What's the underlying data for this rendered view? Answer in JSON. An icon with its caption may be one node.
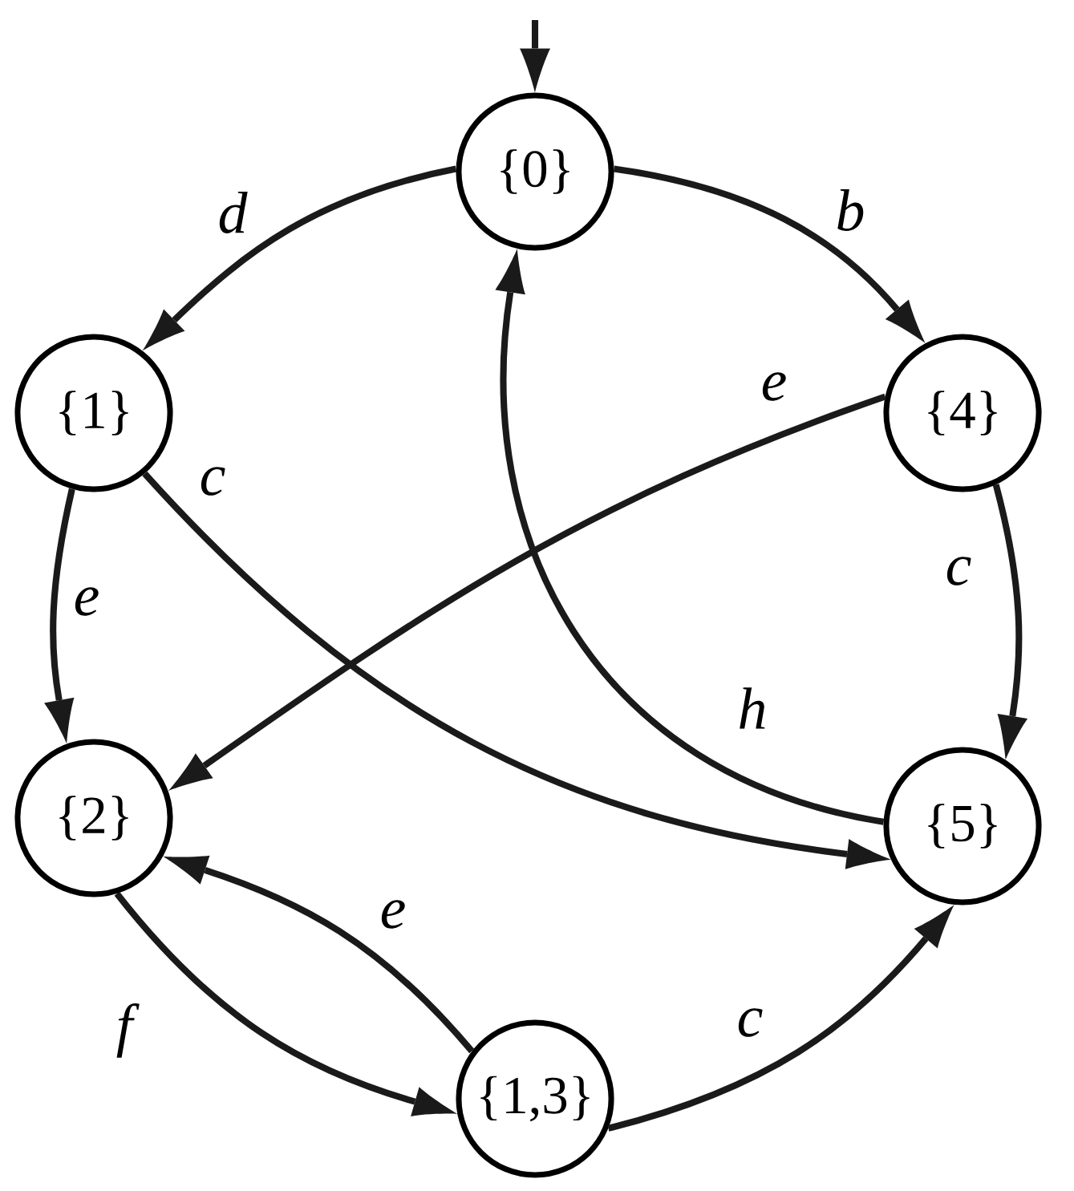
{
  "diagram": {
    "nodes": [
      {
        "text": [
          "{0}"
        ]
      },
      {
        "text": [
          "{1}"
        ]
      },
      {
        "text": [
          "{4}"
        ]
      },
      {
        "text": [
          "{2}"
        ]
      },
      {
        "text": [
          "{5}"
        ]
      },
      {
        "text": [
          "{1,3}"
        ]
      }
    ],
    "edges": [
      {
        "from": 0,
        "to": 1,
        "arrow": "to",
        "label": "d"
      },
      {
        "from": 0,
        "to": 2,
        "arrow": "to",
        "label": "b"
      },
      {
        "from": 1,
        "to": 3,
        "arrow": "to",
        "label": "e"
      },
      {
        "from": 1,
        "to": 4,
        "arrow": "to",
        "label": "c"
      },
      {
        "from": 2,
        "to": 3,
        "arrow": "to",
        "label": "e"
      },
      {
        "from": 2,
        "to": 4,
        "arrow": "to",
        "label": "c"
      },
      {
        "from": 4,
        "to": 0,
        "arrow": "to",
        "label": "h"
      },
      {
        "from": 3,
        "to": 5,
        "arrow": "to",
        "label": "f"
      },
      {
        "from": 5,
        "to": 3,
        "arrow": "to",
        "label": "e"
      },
      {
        "from": 5,
        "to": 4,
        "arrow": "to",
        "label": "c"
      },
      {
        "from": null,
        "to": 0,
        "arrow": "to"
      }
    ]
  }
}
